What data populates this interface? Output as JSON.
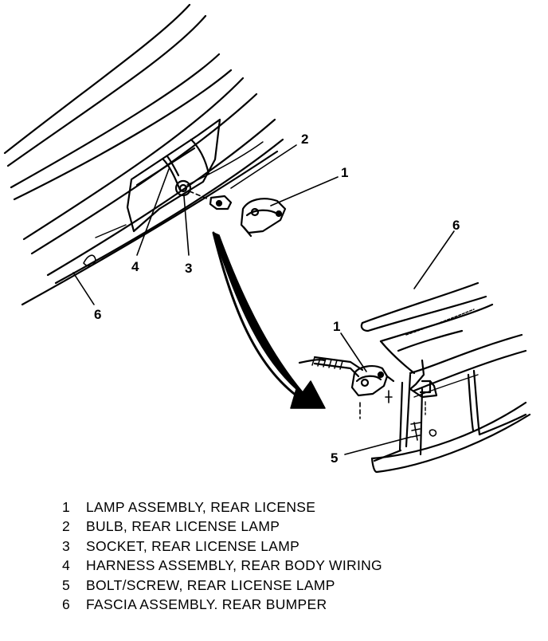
{
  "callouts": {
    "c1_top": "1",
    "c2_top": "2",
    "c3_top": "3",
    "c4_top": "4",
    "c6_left": "6",
    "c6_right": "6",
    "c1_detail": "1",
    "c5_detail": "5"
  },
  "legend": [
    {
      "num": "1",
      "text": "LAMP ASSEMBLY, REAR LICENSE"
    },
    {
      "num": "2",
      "text": "BULB, REAR LICENSE LAMP"
    },
    {
      "num": "3",
      "text": "SOCKET, REAR LICENSE LAMP"
    },
    {
      "num": "4",
      "text": "HARNESS ASSEMBLY, REAR BODY WIRING"
    },
    {
      "num": "5",
      "text": "BOLT/SCREW, REAR LICENSE LAMP"
    },
    {
      "num": "6",
      "text": "FASCIA ASSEMBLY. REAR BUMPER"
    }
  ]
}
